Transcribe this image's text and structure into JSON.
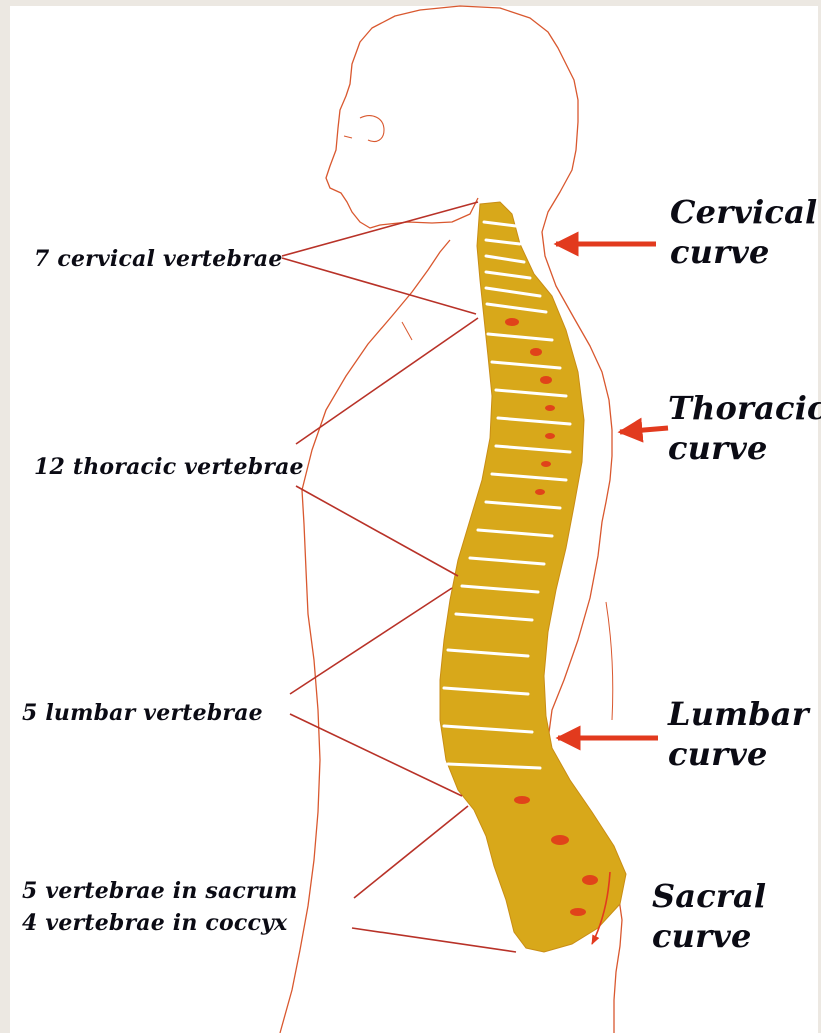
{
  "colors": {
    "background": "#ece8e2",
    "panel": "#ffffff",
    "body_outline": "#d9582f",
    "leader_line": "#b83228",
    "arrow": "#e23a1e",
    "bone": "#d8a81a",
    "bone_shadow": "#e0431a",
    "text": "#0b0b14"
  },
  "labels": {
    "cervical_vertebrae": "7 cervical vertebrae",
    "thoracic_vertebrae": "12 thoracic vertebrae",
    "lumbar_vertebrae": "5 lumbar vertebrae",
    "sacrum_vertebrae": "5 vertebrae in sacrum",
    "coccyx_vertebrae": "4 vertebrae in  coccyx"
  },
  "curves": {
    "cervical": {
      "line1": "Cervical",
      "line2": "curve"
    },
    "thoracic": {
      "line1": "Thoracic",
      "line2": "curve"
    },
    "lumbar": {
      "line1": "Lumbar",
      "line2": "curve"
    },
    "sacral": {
      "line1": "Sacral",
      "line2": "curve"
    }
  }
}
